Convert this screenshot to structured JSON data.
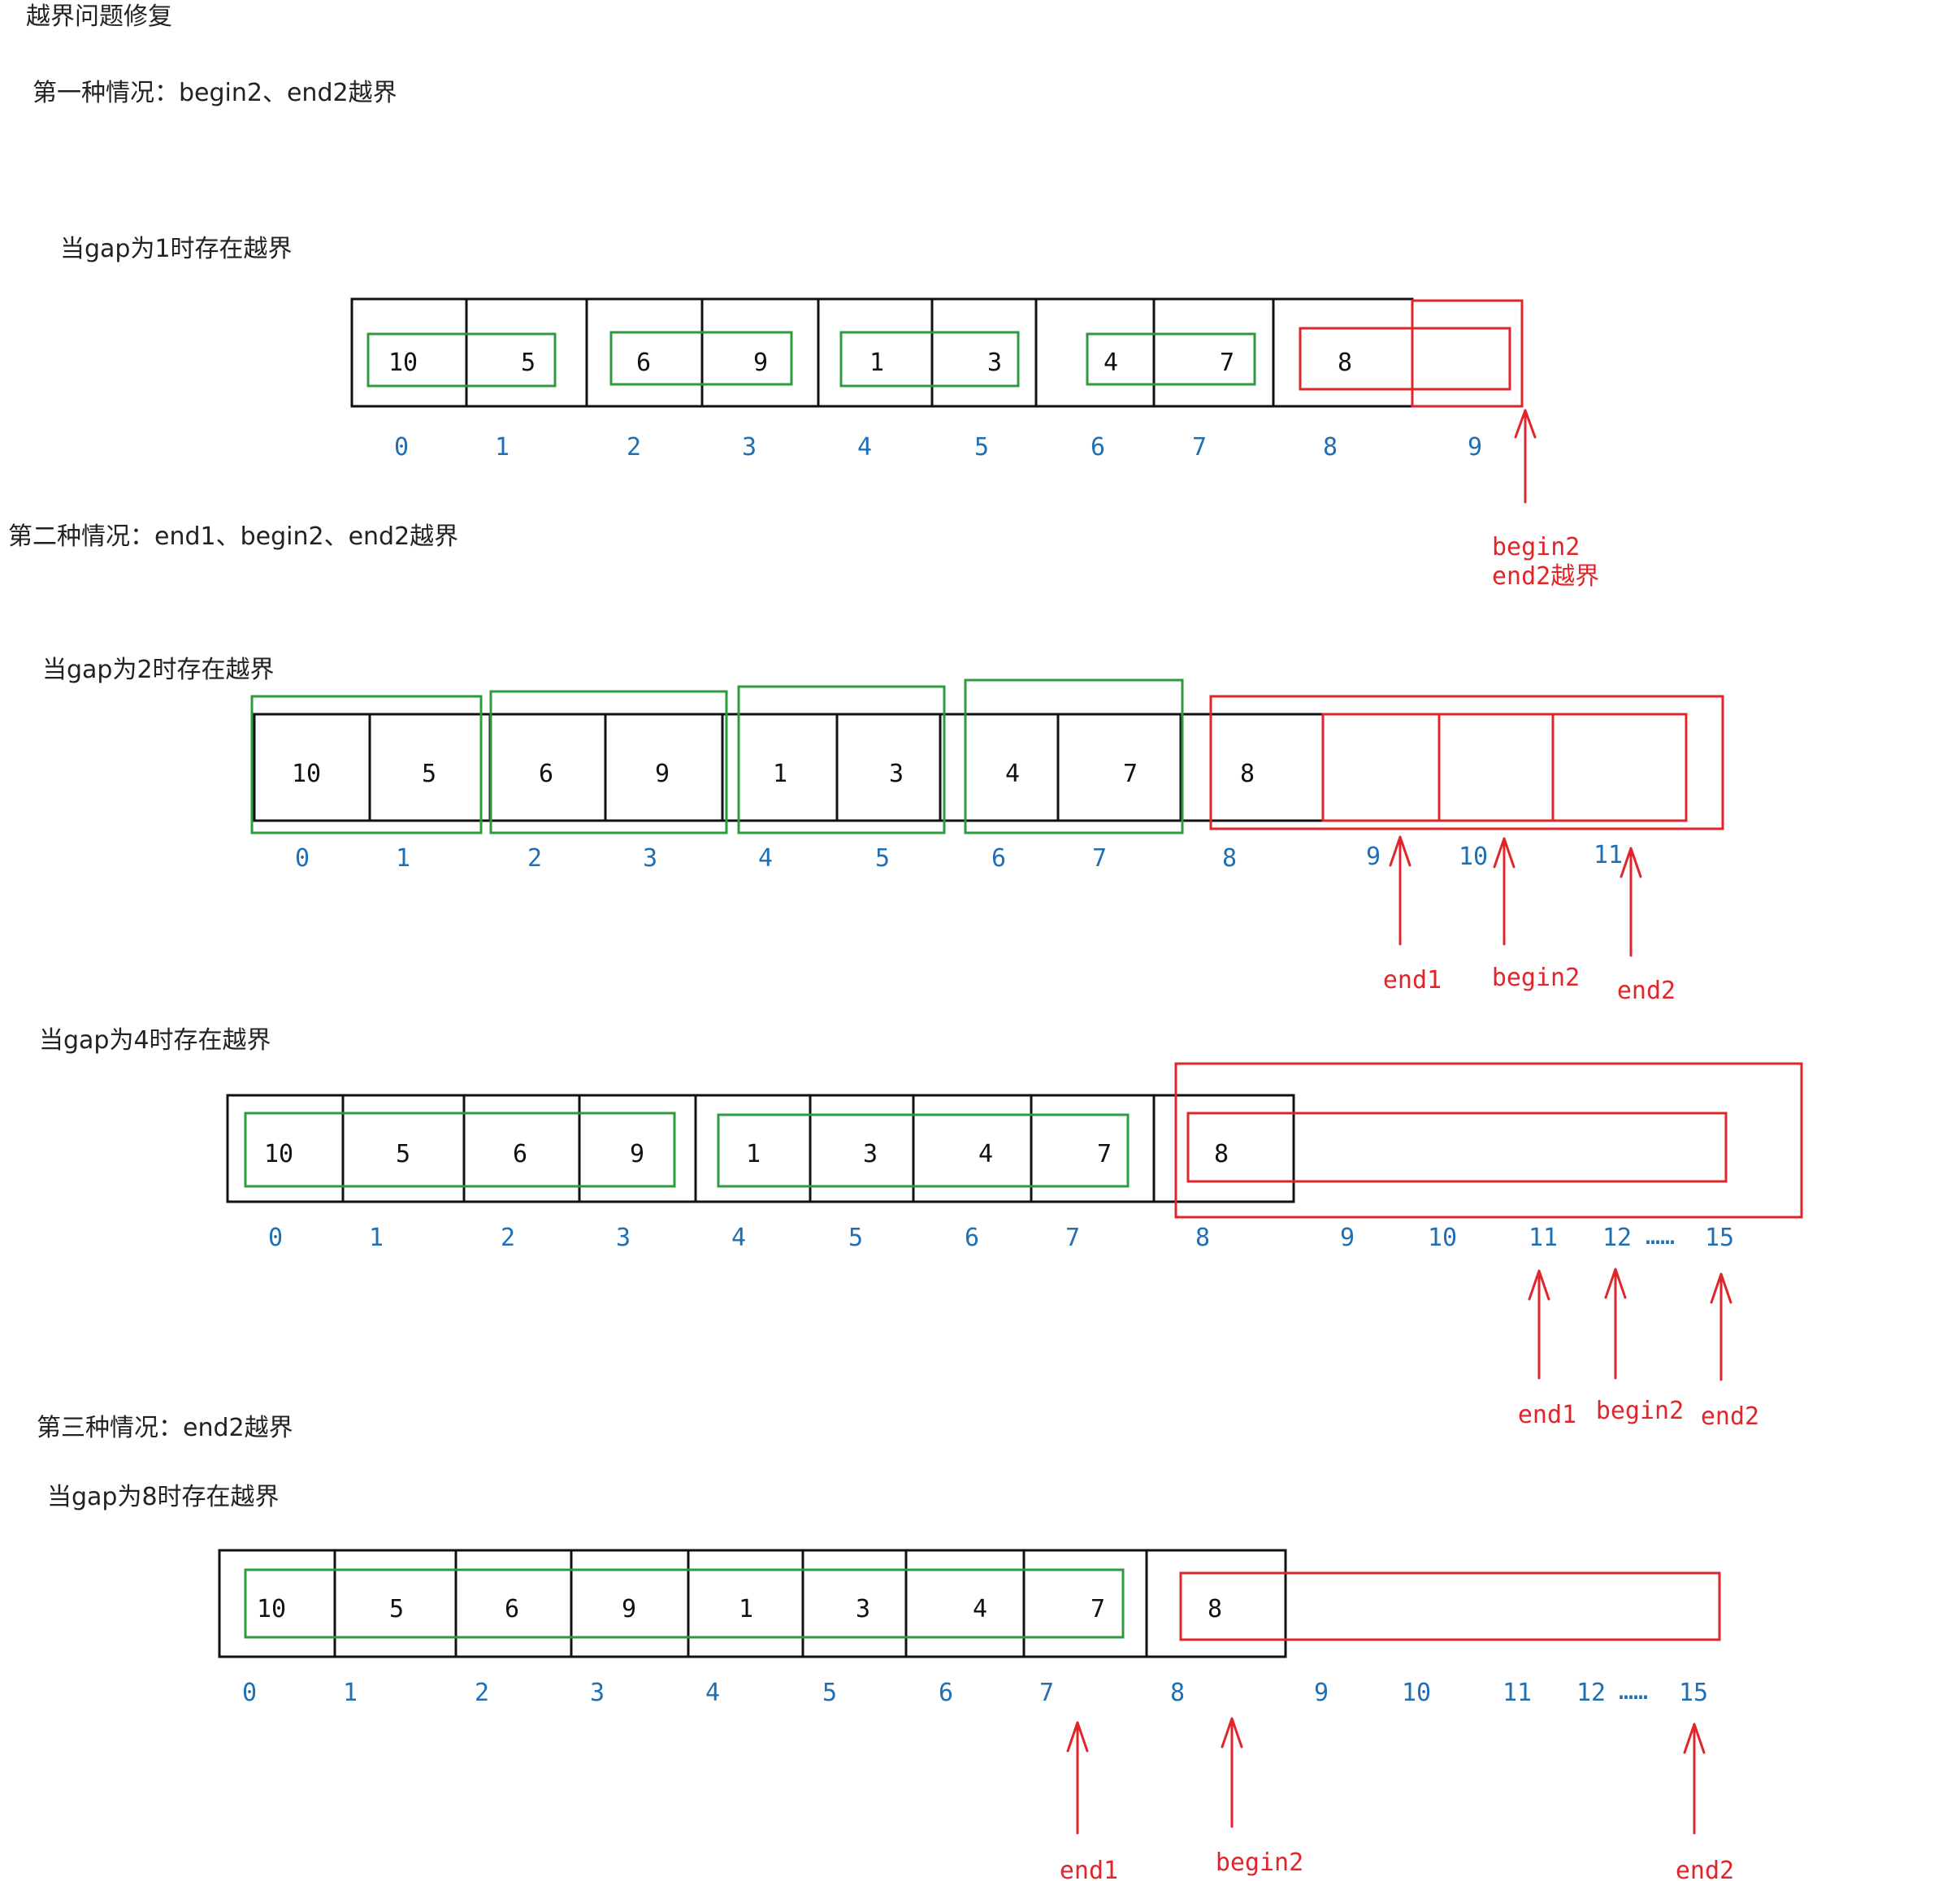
{
  "colors": {
    "ink": "#111111",
    "index": "#1f6fb5",
    "group": "#2e9a3e",
    "overflow": "#e0262b"
  },
  "title": "越界问题修复",
  "case1": {
    "heading": "第一种情况：begin2、end2越界",
    "gap_label": "当gap为1时存在越界",
    "cells": [
      "10",
      "5",
      "6",
      "9",
      "1",
      "3",
      "4",
      "7",
      "8"
    ],
    "indices": [
      "0",
      "1",
      "2",
      "3",
      "4",
      "5",
      "6",
      "7",
      "8",
      "9"
    ],
    "annotation": [
      "begin2",
      "end2越界"
    ]
  },
  "case2": {
    "heading": "第二种情况：end1、begin2、end2越界",
    "gap2": {
      "gap_label": "当gap为2时存在越界",
      "cells": [
        "10",
        "5",
        "6",
        "9",
        "1",
        "3",
        "4",
        "7",
        "8"
      ],
      "indices": [
        "0",
        "1",
        "2",
        "3",
        "4",
        "5",
        "6",
        "7",
        "8",
        "9",
        "10",
        "11"
      ],
      "arrows": [
        "end1",
        "begin2",
        "end2"
      ]
    },
    "gap4": {
      "gap_label": "当gap为4时存在越界",
      "cells": [
        "10",
        "5",
        "6",
        "9",
        "1",
        "3",
        "4",
        "7",
        "8"
      ],
      "indices": [
        "0",
        "1",
        "2",
        "3",
        "4",
        "5",
        "6",
        "7",
        "8",
        "9",
        "10",
        "11",
        "12",
        "15"
      ],
      "ellipsis": "……",
      "arrows": [
        "end1",
        "begin2",
        "end2"
      ]
    }
  },
  "case3": {
    "heading": "第三种情况：end2越界",
    "gap_label": "当gap为8时存在越界",
    "cells": [
      "10",
      "5",
      "6",
      "9",
      "1",
      "3",
      "4",
      "7",
      "8"
    ],
    "indices": [
      "0",
      "1",
      "2",
      "3",
      "4",
      "5",
      "6",
      "7",
      "8",
      "9",
      "10",
      "11",
      "12",
      "15"
    ],
    "ellipsis": "……",
    "arrows": [
      "end1",
      "begin2",
      "end2"
    ]
  }
}
